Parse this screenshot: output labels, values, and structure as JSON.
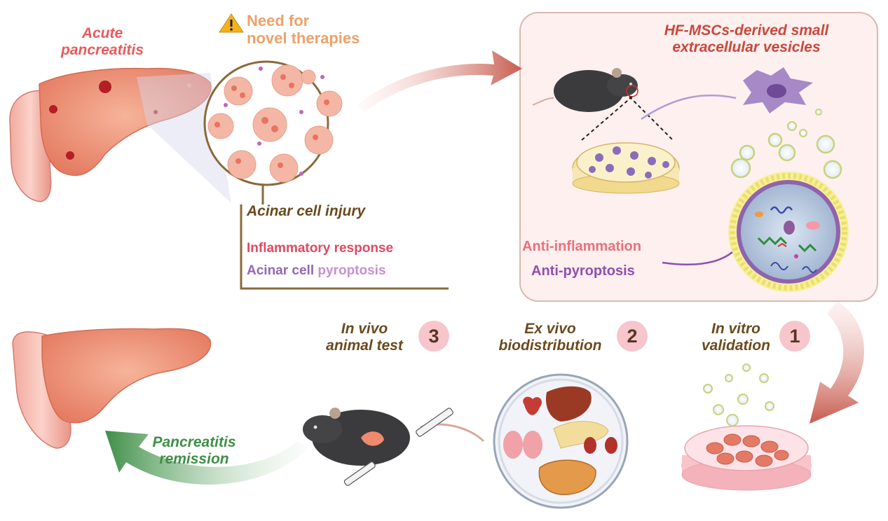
{
  "labels": {
    "acute_pancreatitis": "Acute\npancreatitis",
    "need_for_therapies": "Need for\nnovel therapies",
    "vesicles_title": "HF-MSCs-derived small\nextracellular vesicles",
    "acinar_injury": "Acinar cell injury",
    "inflammatory_response": "Inflammatory response",
    "pyroptosis_pre": "Acinar cell ",
    "pyroptosis_post": "pyroptosis",
    "anti_inflammation": "Anti-inflammation",
    "anti_pyroptosis": "Anti-pyroptosis",
    "in_vivo": "In vivo\nanimal test",
    "ex_vivo": "Ex vivo\nbiodistribution",
    "in_vitro": "In vitro\nvalidation",
    "remission": "Pancreatitis\nremission"
  },
  "steps": {
    "one": "1",
    "two": "2",
    "three": "3"
  },
  "colors": {
    "red_label": "#e85a5c",
    "orange_label": "#eea168",
    "dark_brown": "#6b4a1e",
    "crimson": "#e04a62",
    "purple": "#9466b5",
    "pink_anti": "#ec6f7a",
    "purple_anti": "#8f4fb0",
    "green": "#3e8f47",
    "title_red": "#c9483c",
    "panel_bg": "#fdf0ef",
    "panel_border": "#d9b9b0"
  },
  "icons": [
    "warning-icon",
    "pancreas-icon",
    "mouse-icon",
    "syringe-icon",
    "petri-dish-icon",
    "stem-cell-icon",
    "vesicle-icon",
    "organs-icon"
  ]
}
